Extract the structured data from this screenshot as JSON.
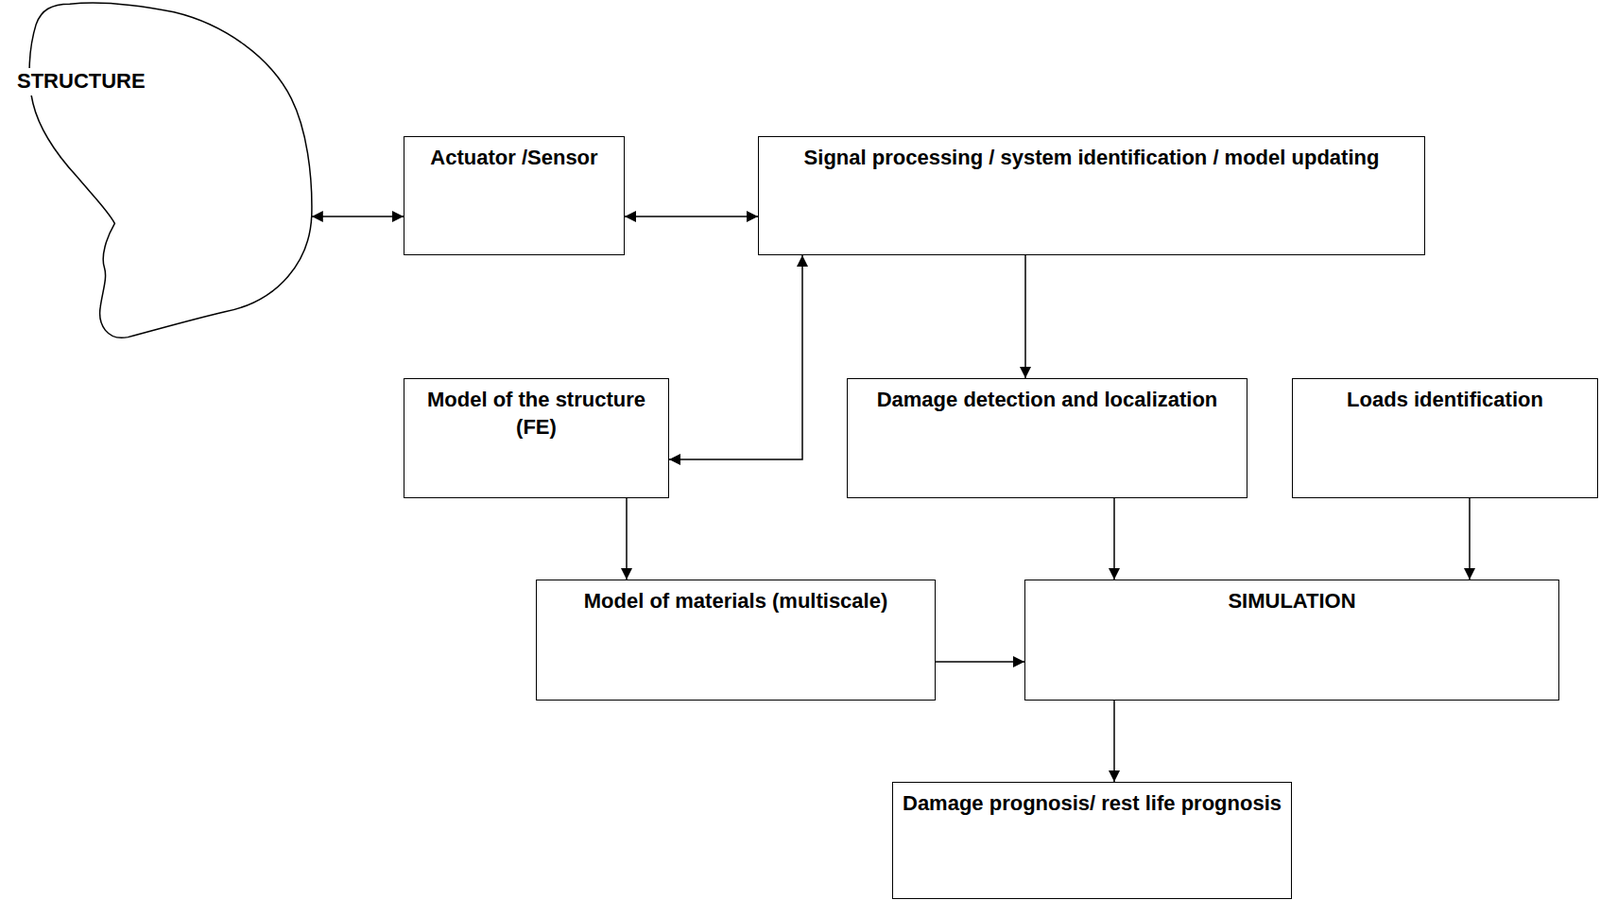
{
  "diagram": {
    "nodes": [
      {
        "text": [
          "STRUCTURE"
        ]
      },
      {
        "text": [
          "Actuator /Sensor"
        ]
      },
      {
        "text": [
          "Signal processing / system identification / model updating"
        ]
      },
      {
        "text": [
          "Model of the structure (FE)"
        ]
      },
      {
        "text": [
          "Damage detection and localization"
        ]
      },
      {
        "text": [
          "Loads identification"
        ]
      },
      {
        "text": [
          "Model of materials (multiscale)"
        ]
      },
      {
        "text": [
          "SIMULATION"
        ]
      },
      {
        "text": [
          "Damage prognosis/ rest life prognosis"
        ]
      }
    ],
    "edges": [
      {
        "from": 0,
        "to": 1,
        "arrow": "both"
      },
      {
        "from": 1,
        "to": 2,
        "arrow": "both"
      },
      {
        "from": 2,
        "to": 3,
        "arrow": "both"
      },
      {
        "from": 2,
        "to": 4,
        "arrow": "to"
      },
      {
        "from": 3,
        "to": 6,
        "arrow": "to"
      },
      {
        "from": 4,
        "to": 7,
        "arrow": "to"
      },
      {
        "from": 5,
        "to": 7,
        "arrow": "to"
      },
      {
        "from": 6,
        "to": 7,
        "arrow": "to"
      },
      {
        "from": 7,
        "to": 8,
        "arrow": "to"
      }
    ]
  }
}
